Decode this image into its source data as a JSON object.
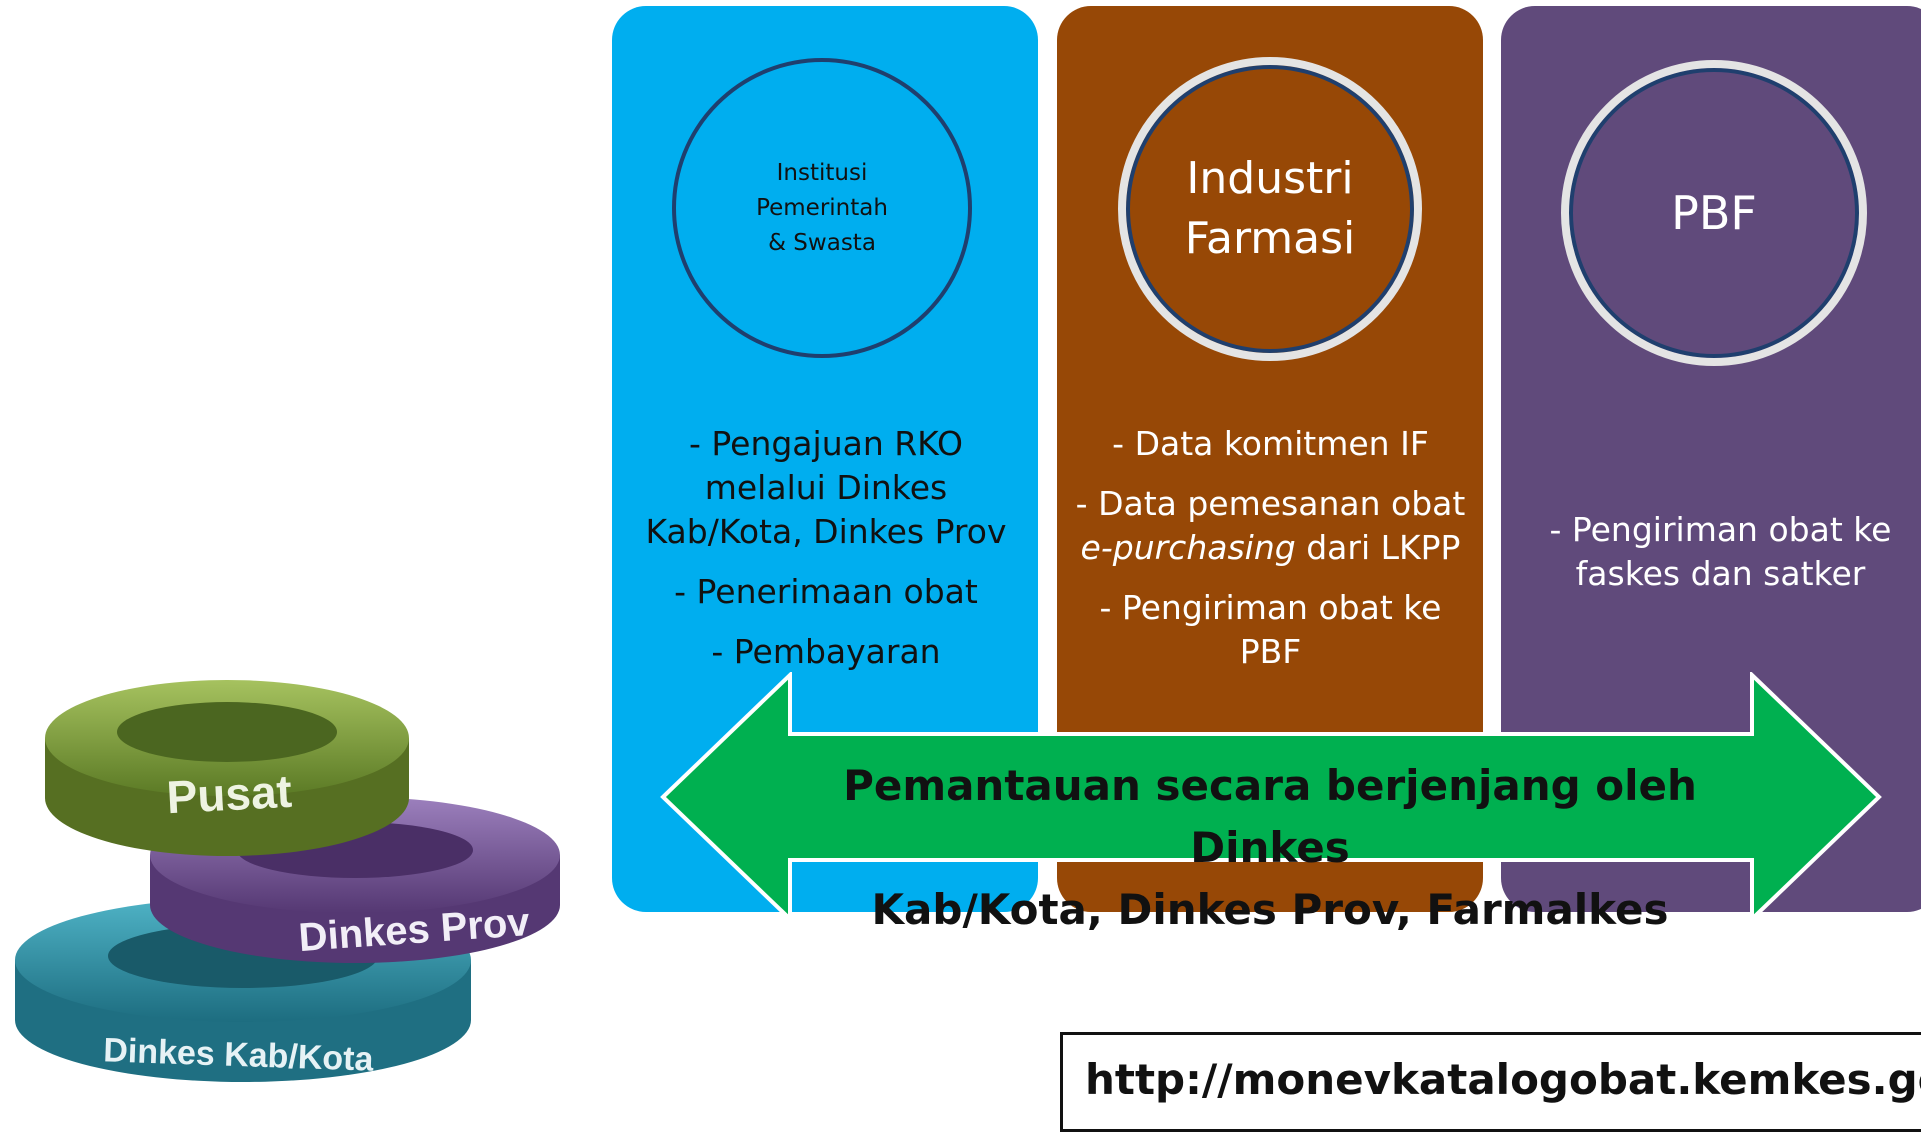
{
  "columns": [
    {
      "title_lines": [
        "Institusi",
        "Pemerintah",
        "& Swasta"
      ],
      "items": [
        "- Pengajuan RKO melalui Dinkes Kab/Kota, Dinkes Prov",
        "- Penerimaan obat",
        "- Pembayaran"
      ]
    },
    {
      "title_lines": [
        "Industri",
        "Farmasi"
      ],
      "items_before": "- Data komitmen IF",
      "item2_pre": "- Data pemesanan obat",
      "item2_em": "e-purchasing",
      "item2_post": "dari LKPP",
      "item3": "- Pengiriman obat ke PBF"
    },
    {
      "title_lines": [
        "PBF"
      ],
      "items": [
        "- Pengiriman obat ke faskes dan satker"
      ]
    }
  ],
  "arrow": {
    "line1": "Pemantauan secara berjenjang oleh Dinkes",
    "line2": "Kab/Kota, Dinkes Prov, Farmalkes"
  },
  "rings": {
    "top": "Pusat",
    "middle": "Dinkes Prov",
    "bottom": "Dinkes Kab/Kota"
  },
  "url": "http://monevkatalogobat.kemkes.go.id",
  "colors": {
    "institusi": "#00aeef",
    "industri": "#974806",
    "pbf": "#604a7b",
    "arrow": "#00b050",
    "ring_green": "#77933c",
    "ring_purple": "#7a5a99",
    "ring_teal": "#2e8fa3"
  }
}
